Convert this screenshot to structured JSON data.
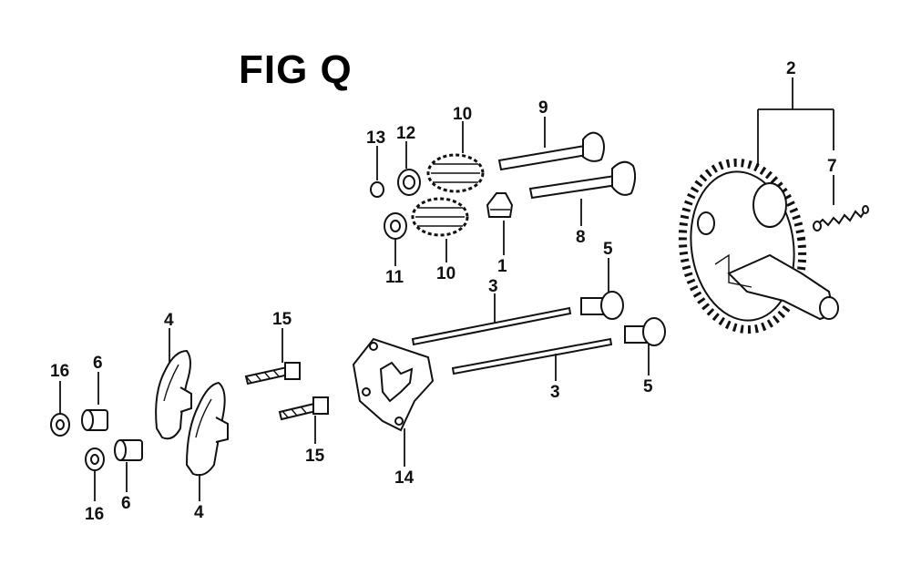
{
  "figure": {
    "title": "FIG Q"
  },
  "parts": [
    {
      "id": "p1",
      "label": "1",
      "icon": "valve-stem-seal"
    },
    {
      "id": "p2",
      "label": "2",
      "icon": "camshaft-gear"
    },
    {
      "id": "p3a",
      "label": "3",
      "icon": "push-rod"
    },
    {
      "id": "p3b",
      "label": "3",
      "icon": "push-rod"
    },
    {
      "id": "p4a",
      "label": "4",
      "icon": "rocker-arm"
    },
    {
      "id": "p4b",
      "label": "4",
      "icon": "rocker-arm"
    },
    {
      "id": "p5a",
      "label": "5",
      "icon": "valve-lifter"
    },
    {
      "id": "p5b",
      "label": "5",
      "icon": "valve-lifter"
    },
    {
      "id": "p6a",
      "label": "6",
      "icon": "pivot-bushing"
    },
    {
      "id": "p6b",
      "label": "6",
      "icon": "pivot-bushing"
    },
    {
      "id": "p7",
      "label": "7",
      "icon": "spring"
    },
    {
      "id": "p8",
      "label": "8",
      "icon": "intake-valve"
    },
    {
      "id": "p9",
      "label": "9",
      "icon": "exhaust-valve"
    },
    {
      "id": "p10a",
      "label": "10",
      "icon": "valve-spring"
    },
    {
      "id": "p10b",
      "label": "10",
      "icon": "valve-spring"
    },
    {
      "id": "p11",
      "label": "11",
      "icon": "spring-retainer"
    },
    {
      "id": "p12",
      "label": "12",
      "icon": "spring-retainer"
    },
    {
      "id": "p13",
      "label": "13",
      "icon": "valve-cap"
    },
    {
      "id": "p14",
      "label": "14",
      "icon": "push-rod-guide-plate"
    },
    {
      "id": "p15a",
      "label": "15",
      "icon": "pivot-bolt"
    },
    {
      "id": "p15b",
      "label": "15",
      "icon": "pivot-bolt"
    },
    {
      "id": "p16a",
      "label": "16",
      "icon": "nut"
    },
    {
      "id": "p16b",
      "label": "16",
      "icon": "nut"
    }
  ]
}
